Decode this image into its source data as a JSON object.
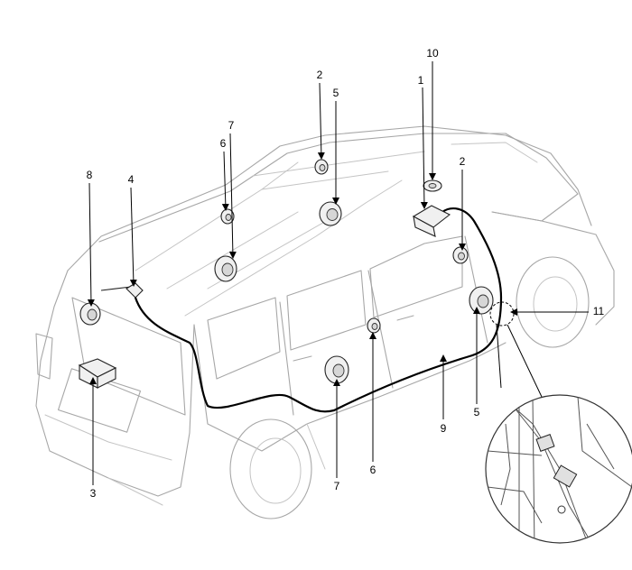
{
  "diagram": {
    "callouts": {
      "c1": "1",
      "c2a": "2",
      "c2b": "2",
      "c3": "3",
      "c4": "4",
      "c5a": "5",
      "c5b": "5",
      "c6a": "6",
      "c6b": "6",
      "c7a": "7",
      "c7b": "7",
      "c8": "8",
      "c9": "9",
      "c10": "10",
      "c11": "11"
    }
  }
}
